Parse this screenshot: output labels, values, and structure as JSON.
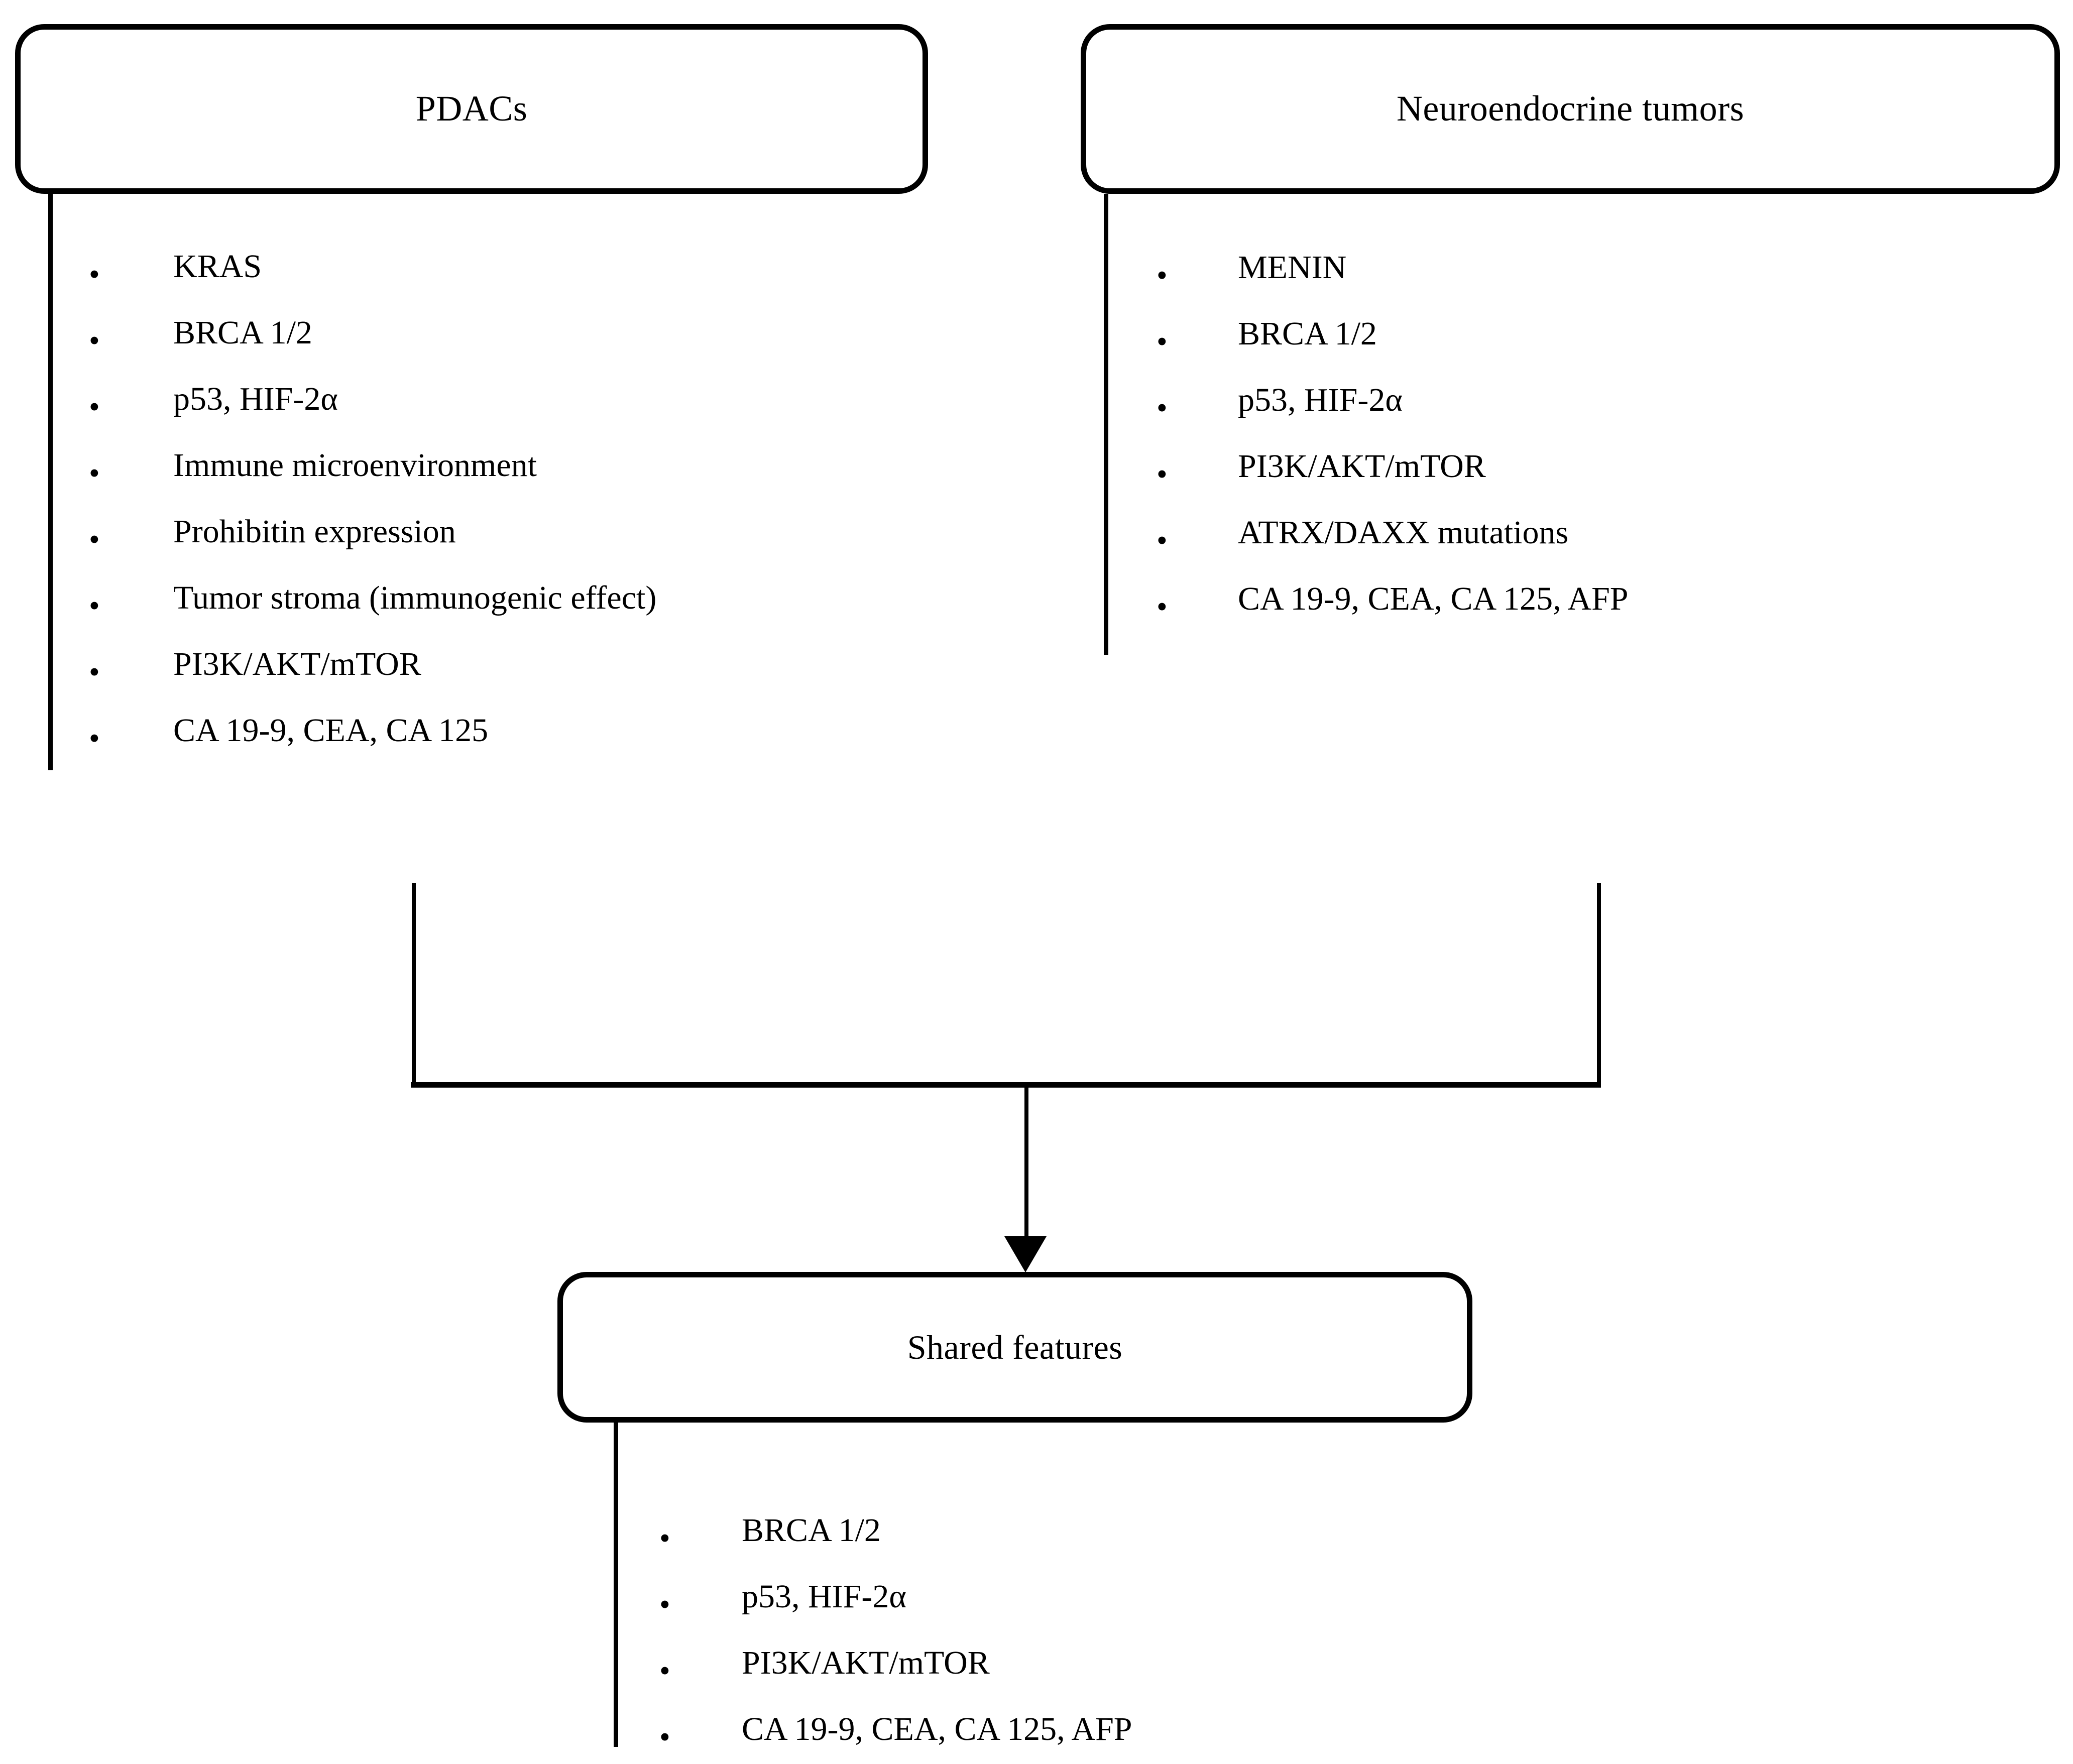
{
  "diagram": {
    "title_left": "PDACs",
    "title_right": "Neuroendocrine tumors",
    "title_shared": "Shared features",
    "bullet_glyph": "•",
    "line_color": "#000000",
    "background_color": "#ffffff",
    "pdacs_items": [
      "KRAS",
      "BRCA 1/2",
      "p53, HIF-2α",
      "Immune microenvironment",
      "Prohibitin expression",
      "Tumor stroma (immunogenic effect)",
      "PI3K/AKT/mTOR",
      "CA 19-9, CEA, CA 125"
    ],
    "net_items": [
      "MENIN",
      "BRCA 1/2",
      "p53, HIF-2α",
      "PI3K/AKT/mTOR",
      "ATRX/DAXX mutations",
      "CA 19-9, CEA, CA 125, AFP"
    ],
    "shared_items": [
      "BRCA 1/2",
      "p53, HIF-2α",
      "PI3K/AKT/mTOR",
      "CA 19-9, CEA, CA 125, AFP"
    ]
  }
}
